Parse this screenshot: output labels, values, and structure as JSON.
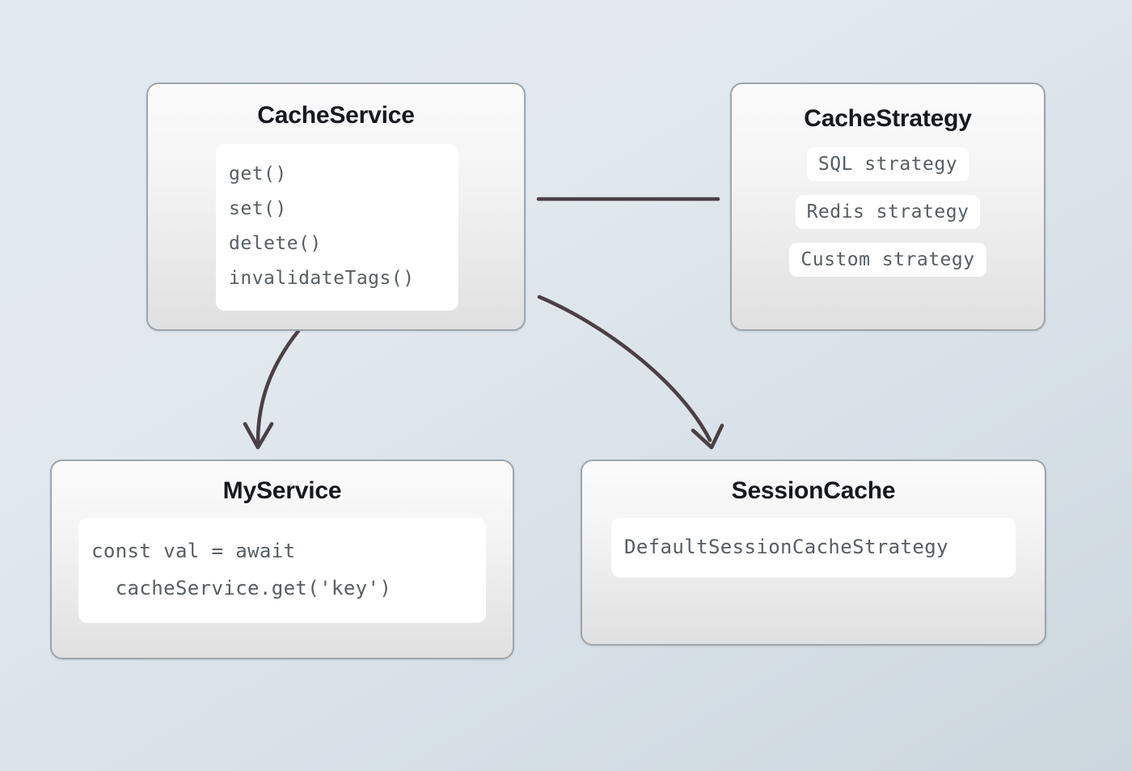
{
  "diagram": {
    "background_top": "#e3e9f0",
    "background_bottom": "#ccd6dd",
    "connector_color": "#4a4045",
    "node_border_color": "#9ba6ae",
    "code_text_color": "#575d62",
    "title_text_color": "#16191d"
  },
  "nodes": {
    "cache_service": {
      "title": "CacheService",
      "methods": [
        "get()",
        "set()",
        "delete()",
        "invalidateTags()"
      ]
    },
    "cache_strategy": {
      "title": "CacheStrategy",
      "strategies": [
        "SQL strategy",
        "Redis strategy",
        "Custom strategy"
      ]
    },
    "my_service": {
      "title": "MyService",
      "code_lines": [
        "const val = await",
        "  cacheService.get('key')"
      ]
    },
    "session_cache": {
      "title": "SessionCache",
      "strategy": "DefaultSessionCacheStrategy"
    }
  },
  "connectors": [
    {
      "name": "cacheservice-to-cachestrategy",
      "kind": "line",
      "arrowhead": false
    },
    {
      "name": "cacheservice-to-myservice",
      "kind": "curve",
      "arrowhead": true
    },
    {
      "name": "cacheservice-to-sessioncache",
      "kind": "curve",
      "arrowhead": true
    }
  ]
}
